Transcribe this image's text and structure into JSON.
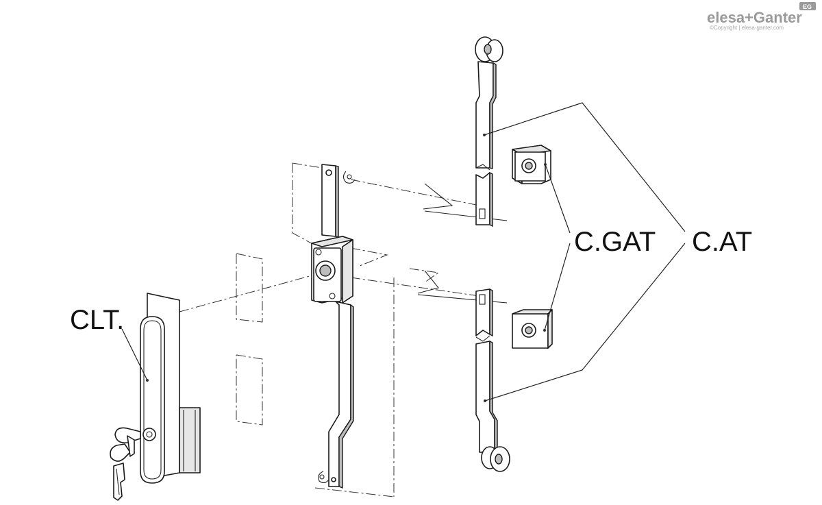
{
  "brand": {
    "logo_text": "elesa+Ganter",
    "copyright": "©Copyright | elesa-ganter.com",
    "badge": "EG",
    "color": "#9a9a9a"
  },
  "labels": {
    "clt": "CLT.",
    "c_gat": "C.GAT",
    "c_at": "C.AT"
  }
}
